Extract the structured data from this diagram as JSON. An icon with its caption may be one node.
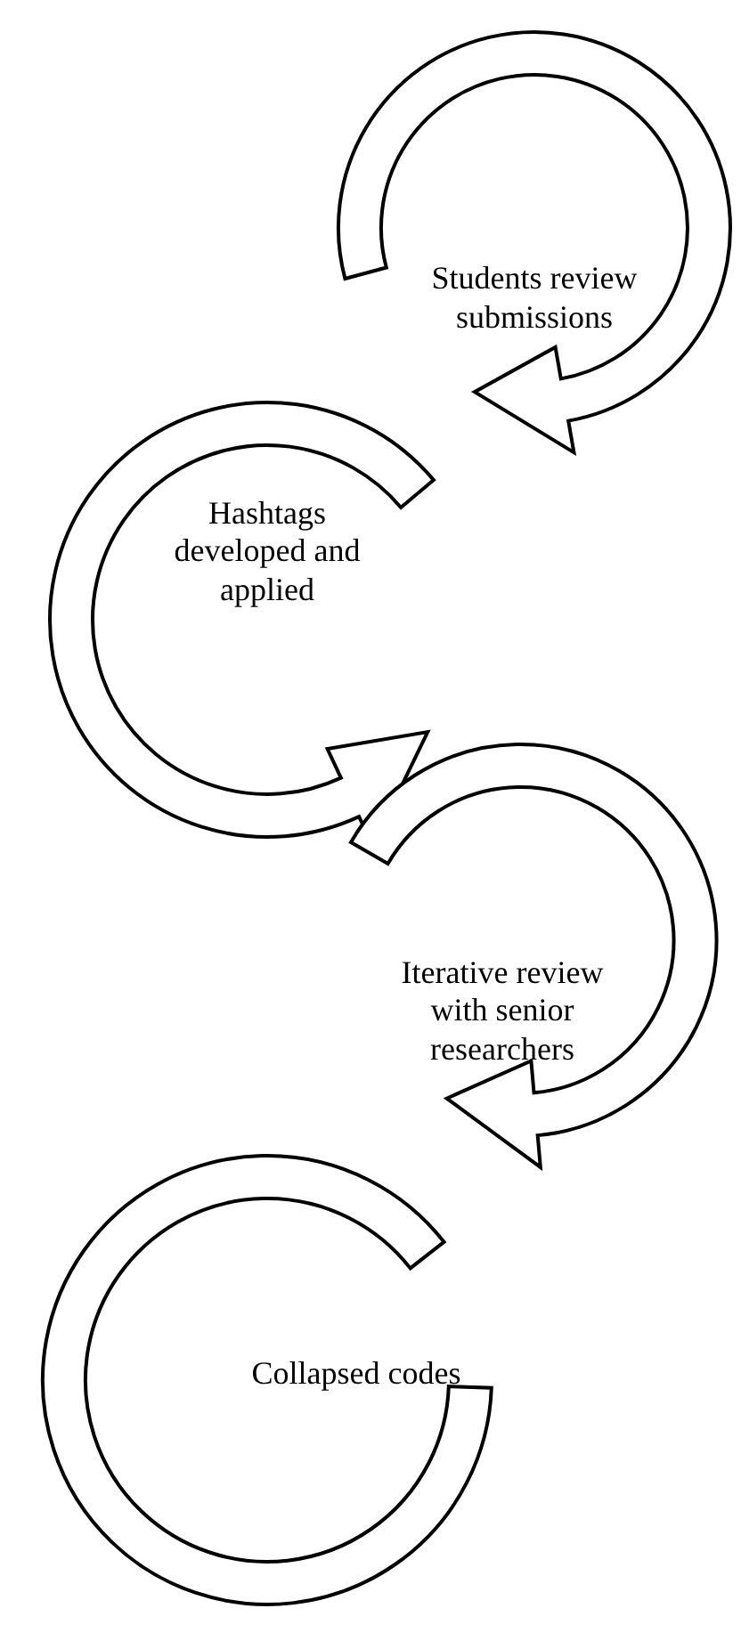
{
  "diagram": {
    "nodes": [
      {
        "text": [
          "Students review submissions"
        ]
      },
      {
        "text": [
          "Hashtags developed and applied"
        ]
      },
      {
        "text": [
          "Iterative review with senior researchers"
        ]
      },
      {
        "text": [
          "Collapsed codes"
        ]
      }
    ]
  }
}
